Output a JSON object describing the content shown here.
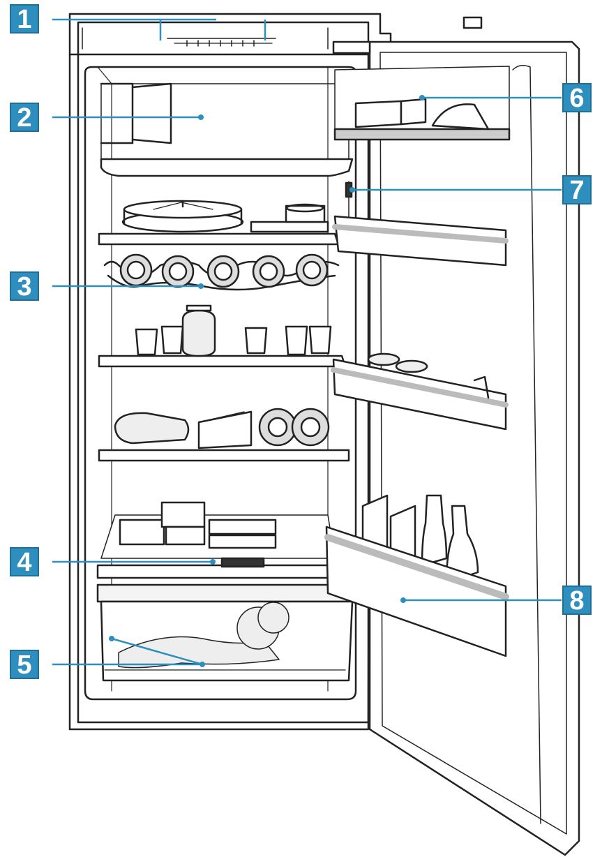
{
  "diagram": {
    "subject": "refrigerator",
    "callouts": [
      {
        "id": "1",
        "label": "1",
        "target": "control-panel"
      },
      {
        "id": "2",
        "label": "2",
        "target": "top-compartment"
      },
      {
        "id": "3",
        "label": "3",
        "target": "bottle-rack"
      },
      {
        "id": "4",
        "label": "4",
        "target": "shelf-divider-handle"
      },
      {
        "id": "5",
        "label": "5",
        "target": "vegetable-drawer"
      },
      {
        "id": "6",
        "label": "6",
        "target": "door-top-compartment"
      },
      {
        "id": "7",
        "label": "7",
        "target": "door-seal-sensor"
      },
      {
        "id": "8",
        "label": "8",
        "target": "bottle-door-shelf"
      }
    ],
    "colors": {
      "callout_fill": "#2e8fbf",
      "callout_border": "#1f6f96",
      "leader_line": "#2e8fbf",
      "outline": "#222222"
    }
  }
}
